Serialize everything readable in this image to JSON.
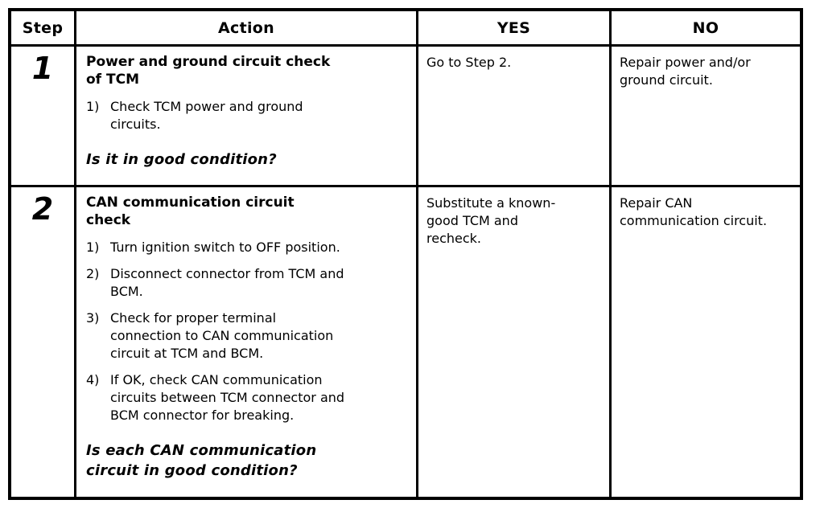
{
  "page": {
    "background_color": "#ffffff",
    "line_color": "#000000",
    "text_color": "#000000"
  },
  "table": {
    "headers": [
      {
        "key": "step",
        "label": "Step"
      },
      {
        "key": "action",
        "label": "Action"
      },
      {
        "key": "yes",
        "label": "YES"
      },
      {
        "key": "no",
        "label": "NO"
      }
    ],
    "rows": [
      {
        "step": "1",
        "action": {
          "title": "Power and ground circuit check of TCM",
          "items": [
            {
              "num": "1)",
              "text": "Check TCM power and ground circuits."
            }
          ],
          "question": "Is it in good condition?"
        },
        "yes": "Go to Step 2.",
        "no": "Repair power and/or ground circuit."
      },
      {
        "step": "2",
        "action": {
          "title": "CAN communication circuit check",
          "items": [
            {
              "num": "1)",
              "text": "Turn ignition switch to OFF position."
            },
            {
              "num": "2)",
              "text": "Disconnect connector from TCM and BCM."
            },
            {
              "num": "3)",
              "text": "Check for proper terminal connection to CAN communication circuit at TCM and BCM."
            },
            {
              "num": "4)",
              "text": "If OK, check CAN communication circuits between TCM connector and BCM connector for breaking."
            }
          ],
          "question": "Is each CAN communication circuit in good condition?"
        },
        "yes": "Substitute a known-good TCM and recheck.",
        "no": "Repair CAN communication circuit."
      }
    ]
  }
}
